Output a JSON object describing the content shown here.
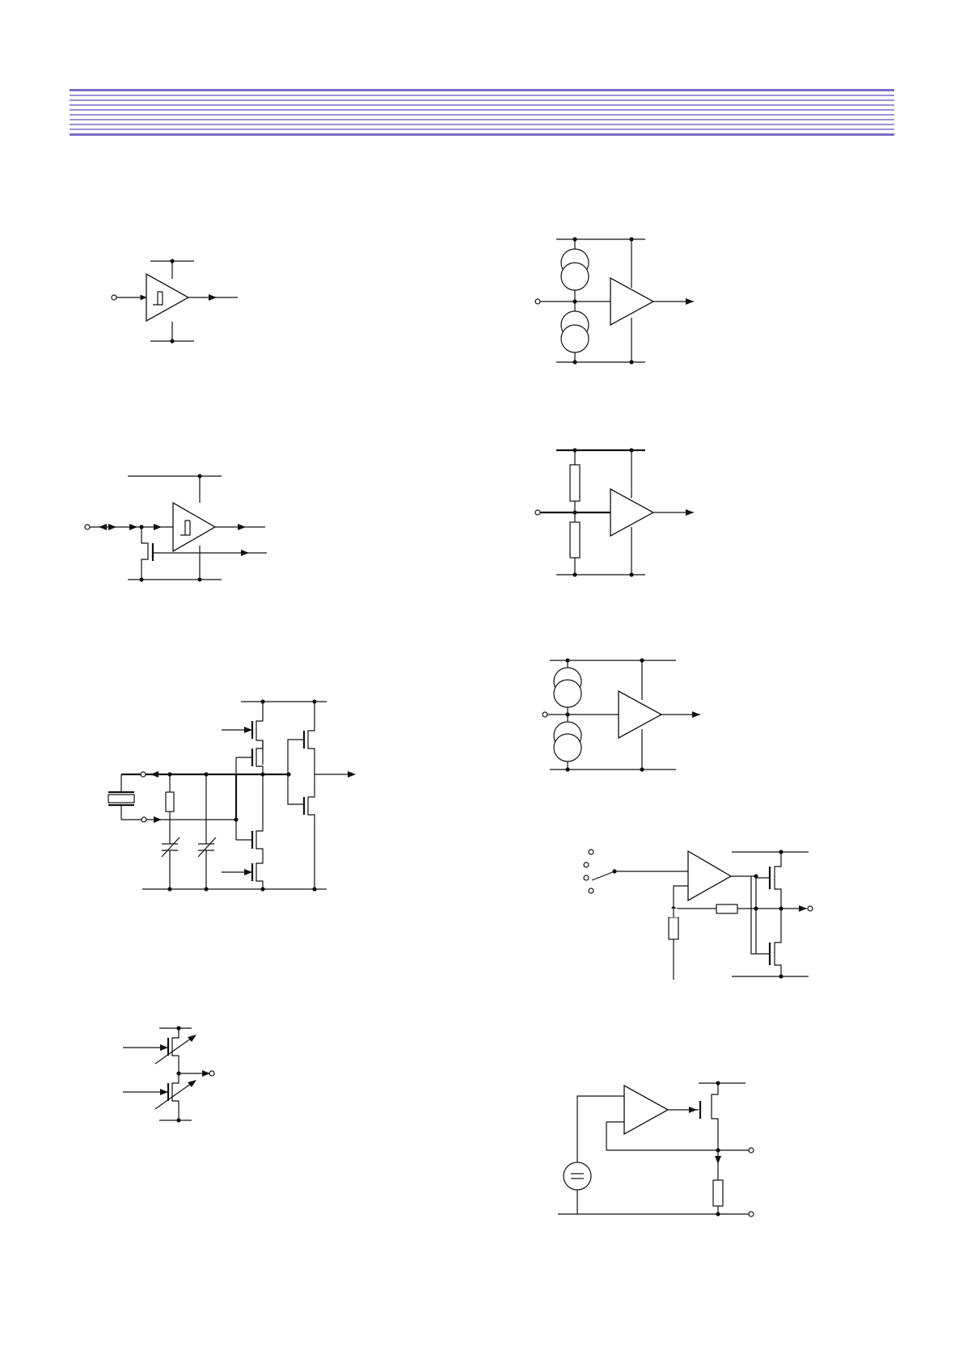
{
  "page": {
    "footer_text": ""
  },
  "colors": {
    "header_rule": "#7b6fc4",
    "header_rule_thin": "#9a90d6",
    "line": "#111111",
    "background": "#ffffff"
  },
  "diagrams": [
    {
      "id": "schmitt-input-buffer",
      "description_icon": "schmitt-trigger-icon"
    },
    {
      "id": "schmitt-input-with-pulldown",
      "description_icon": "schmitt-trigger-icon"
    },
    {
      "id": "crystal-oscillator",
      "description_icon": "crystal-icon"
    },
    {
      "id": "programmable-output-driver",
      "description_icon": "transistor-icon"
    },
    {
      "id": "current-source-biased-input",
      "description_icon": "current-source-icon"
    },
    {
      "id": "resistor-divider-input",
      "description_icon": "resistor-icon"
    },
    {
      "id": "current-source-biased-input-2",
      "description_icon": "current-source-icon"
    },
    {
      "id": "selectable-voltage-output-stage",
      "description_icon": "op-amp-icon"
    },
    {
      "id": "voltage-regulator",
      "description_icon": "voltage-source-icon"
    }
  ]
}
